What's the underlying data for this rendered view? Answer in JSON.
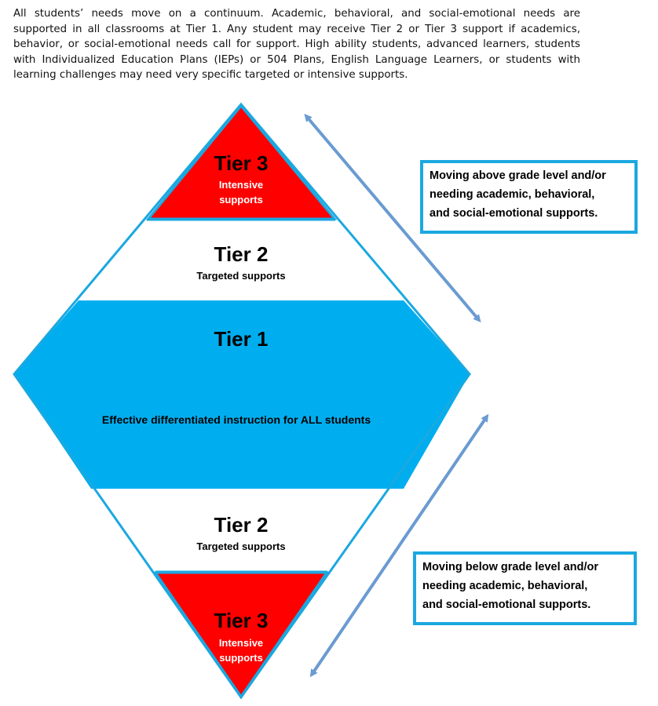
{
  "intro": {
    "text": "All students’ needs move on a continuum.  Academic, behavioral, and social-emotional needs are supported in all classrooms at Tier 1.  Any student may receive Tier 2 or Tier 3 support if academics, behavior, or social-emotional needs call for support.  High ability students, advanced learners, students with Individualized Education Plans (IEPs) or 504 Plans, English Language Learners, or students with learning challenges may need very specific targeted or intensive supports."
  },
  "diagram": {
    "top_tier3": {
      "title": "Tier 3",
      "line1": "Intensive",
      "line2": "supports"
    },
    "top_tier2": {
      "title": "Tier 2",
      "subtitle": "Targeted supports"
    },
    "tier1": {
      "title": "Tier 1",
      "subtitle": "Effective differentiated instruction for ALL students"
    },
    "bottom_tier2": {
      "title": "Tier 2",
      "subtitle": "Targeted supports"
    },
    "bottom_tier3": {
      "title": "Tier 3",
      "line1": "Intensive",
      "line2": "supports"
    }
  },
  "callouts": {
    "above": {
      "line1": "Moving above grade level and/or",
      "line2": "needing academic, behavioral,",
      "line3": "and social-emotional supports."
    },
    "below": {
      "line1": "Moving below grade level and/or",
      "line2": "needing academic, behavioral,",
      "line3": "and social-emotional supports."
    }
  },
  "colors": {
    "tier1_fill": "#00AEEF",
    "tier3_fill": "#FF0000",
    "tier3_text": "#FFFFFF",
    "outline": "#1BA8E0",
    "arrow": "#6A9BD1"
  }
}
